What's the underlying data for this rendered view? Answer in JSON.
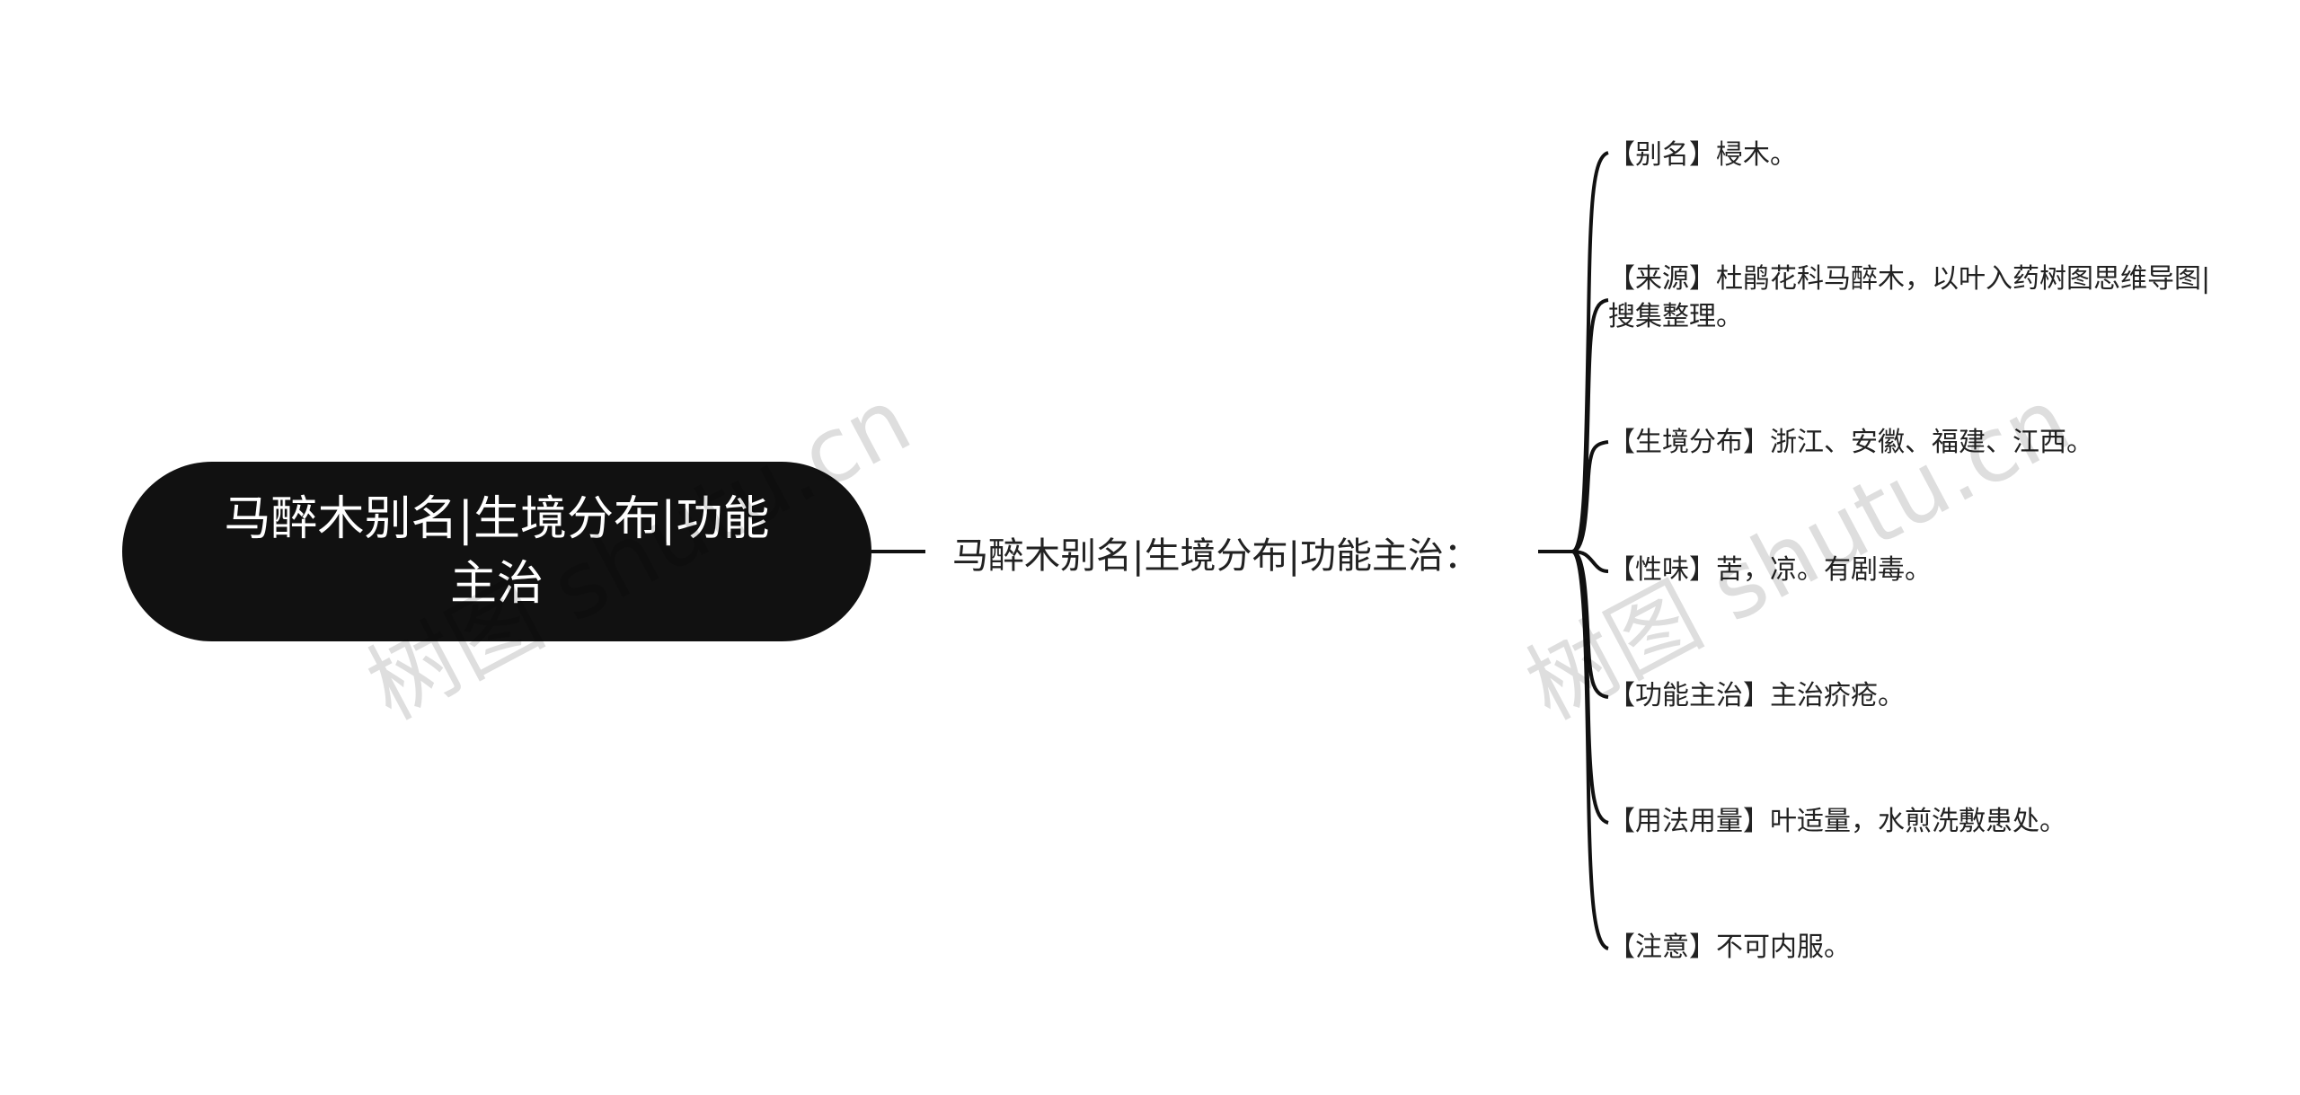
{
  "mindmap": {
    "root": {
      "label_line1": "马醉木别名|生境分布|功能",
      "label_line2": "主治"
    },
    "mid": {
      "label": "马醉木别名|生境分布|功能主治："
    },
    "leaves": [
      {
        "text": "【别名】梫木。"
      },
      {
        "text": "【来源】杜鹃花科马醉木，以叶入药树图思维导图|搜集整理。"
      },
      {
        "text": "【生境分布】浙江、安徽、福建、江西。"
      },
      {
        "text": "【性味】苦，凉。有剧毒。"
      },
      {
        "text": "【功能主治】主治疥疮。"
      },
      {
        "text": "【用法用量】叶适量，水煎洗敷患处。"
      },
      {
        "text": "【注意】不可内服。"
      }
    ]
  },
  "watermark": {
    "text_1": "树图 shutu.cn",
    "text_2": "树图 shutu.cn"
  },
  "colors": {
    "root_bg": "#111111",
    "root_text": "#ffffff",
    "line": "#111111",
    "text": "#222222",
    "background": "#ffffff"
  }
}
